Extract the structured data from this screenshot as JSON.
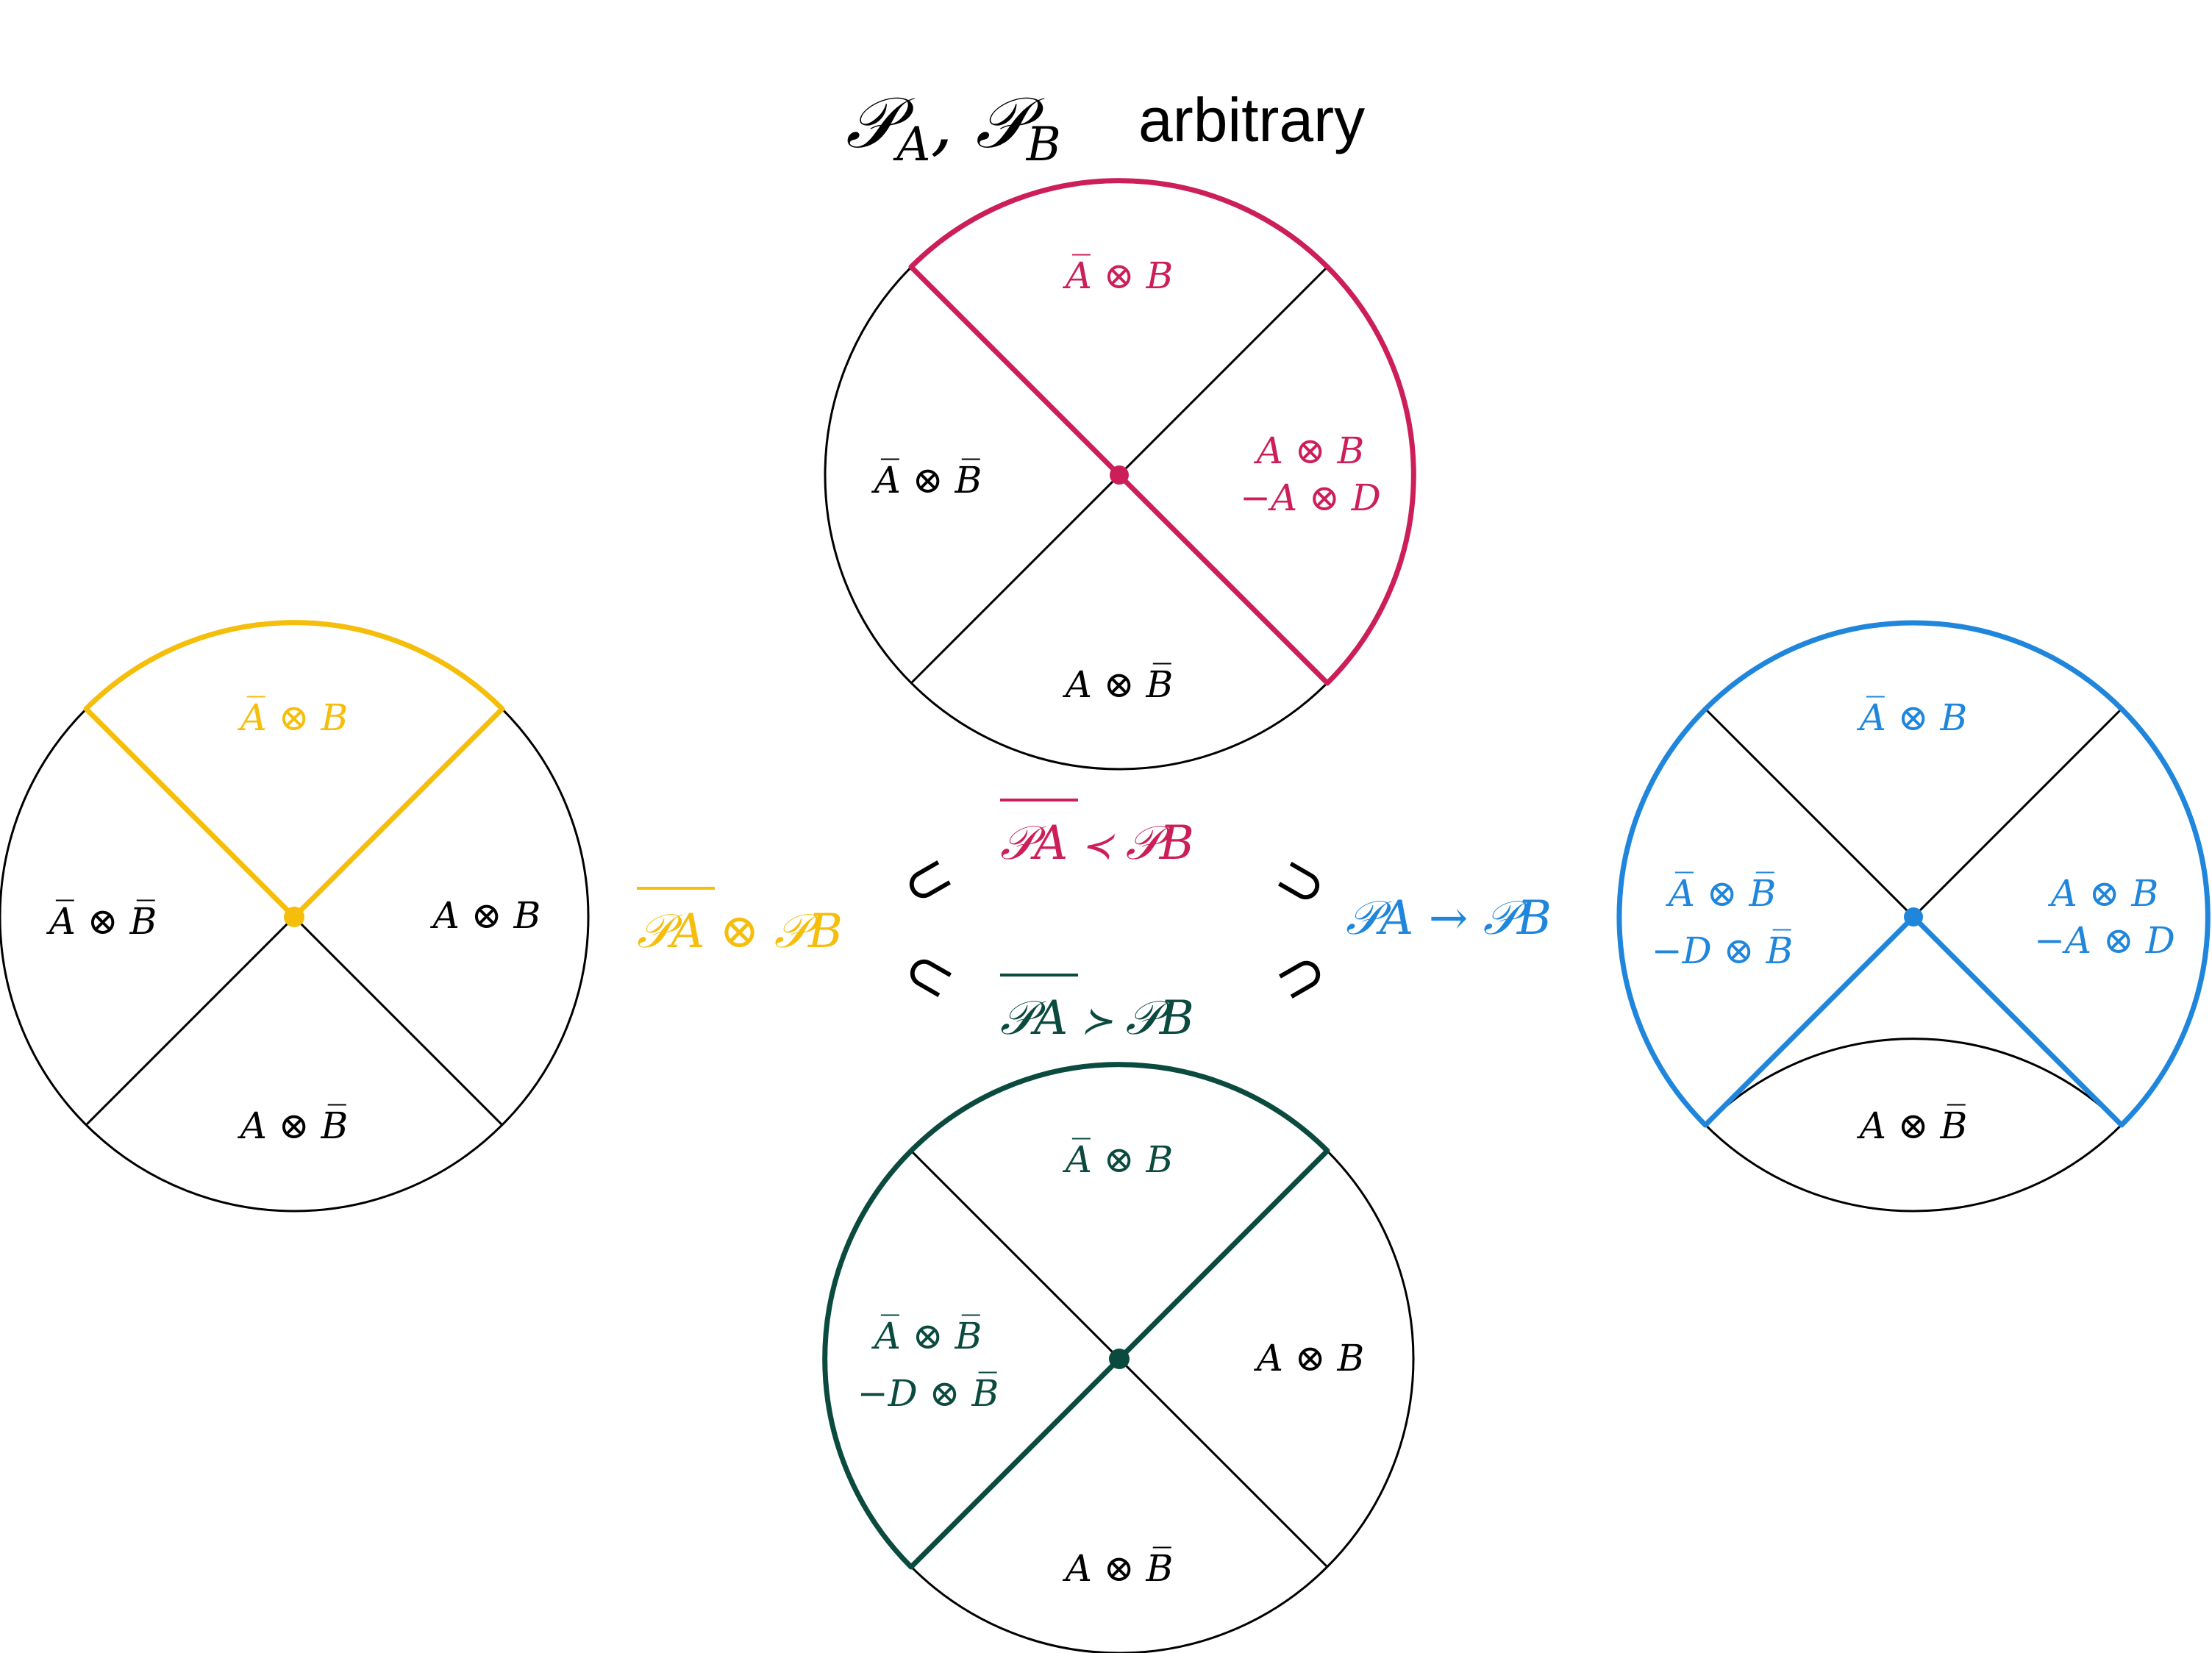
{
  "title": {
    "math": "𝒫A, 𝒫B",
    "math_parts": [
      "𝒫",
      "A",
      ", 𝒫",
      "B"
    ],
    "word": "arbitrary"
  },
  "colors": {
    "red": "#cc1f5a",
    "yellow": "#f5be0b",
    "blue": "#1f86dc",
    "green": "#0b4a3f",
    "black": "#000000"
  },
  "diagrams": {
    "top": {
      "color": "#cc1f5a",
      "labels": {
        "top": "A̅ ⊗ B",
        "left": "A̅ ⊗ B̅",
        "right_line1": "A ⊗ B",
        "right_line2": "−A ⊗ D",
        "bottom": "A ⊗ B̅"
      }
    },
    "left": {
      "color": "#f5be0b",
      "labels": {
        "top": "A̅ ⊗ B",
        "left": "A̅ ⊗ B̅",
        "right": "A ⊗ B",
        "bottom": "A ⊗ B̅"
      }
    },
    "right": {
      "color": "#1f86dc",
      "labels": {
        "top": "A̅ ⊗ B",
        "left_line1": "A̅ ⊗ B̅",
        "left_line2": "−D ⊗ B̅",
        "right_line1": "A ⊗ B",
        "right_line2": "−A ⊗ D",
        "bottom": "A ⊗ B̅"
      }
    },
    "bottom": {
      "color": "#0b4a3f",
      "labels": {
        "top": "A̅ ⊗ B",
        "left_line1": "A̅ ⊗ B̅",
        "left_line2": "−D ⊗ B̅",
        "right": "A ⊗ B",
        "bottom": "A ⊗ B̅"
      }
    }
  },
  "relations": {
    "precedes": {
      "lhs": "𝒫A",
      "op": "≺",
      "rhs": "𝒫B"
    },
    "succeeds": {
      "lhs": "𝒫A",
      "op": "≻",
      "rhs": "𝒫B"
    },
    "tensor": {
      "lhs": "𝒫A",
      "op": "⊗",
      "rhs": "𝒫B"
    },
    "implies": {
      "lhs": "𝒫A",
      "op": "→",
      "rhs": "𝒫B"
    },
    "subset_symbol": "⊂"
  }
}
